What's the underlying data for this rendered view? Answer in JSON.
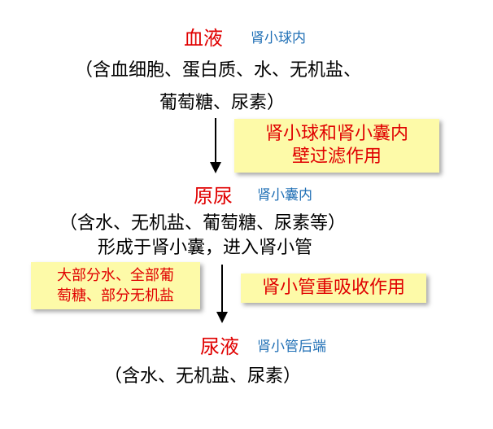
{
  "blood": {
    "term": "血液",
    "location": "肾小球内",
    "contents_line1": "（含血细胞、蛋白质、水、无机盐、",
    "contents_line2": "葡萄糖、尿素）"
  },
  "filtration": {
    "line1": "肾小球和肾小囊内",
    "line2": "壁过滤作用"
  },
  "primary_urine": {
    "term": "原尿",
    "location": "肾小囊内",
    "contents_line1": "（含水、无机盐、葡萄糖、尿素等）",
    "contents_line2": "形成于肾小囊，进入肾小管"
  },
  "reabsorbed": {
    "line1": "大部分水、全部葡",
    "line2": "萄糖、部分无机盐"
  },
  "reabsorption": {
    "label": "肾小管重吸收作用"
  },
  "urine": {
    "term": "尿液",
    "location": "肾小管后端",
    "contents_line1": "（含水、无机盐、尿素）"
  },
  "colors": {
    "term": "#e00000",
    "location": "#1f6fb5",
    "box_fill": "#fdfaa8"
  }
}
